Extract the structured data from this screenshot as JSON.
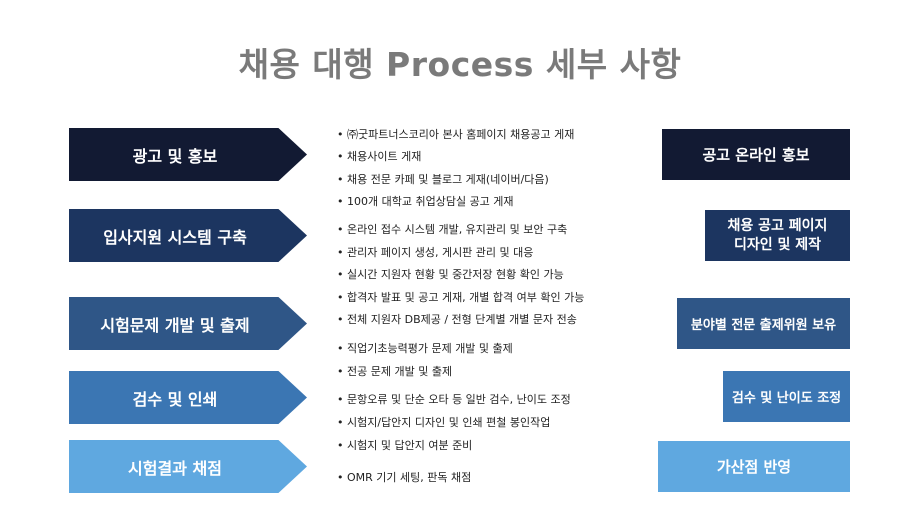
{
  "title": "채용 대행 Process 세부 사항",
  "steps": [
    {
      "label": "광고 및 홍보",
      "color": "#121a33"
    },
    {
      "label": "입사지원 시스템 구축",
      "color": "#1c3560"
    },
    {
      "label": "시험문제 개발 및 출제",
      "color": "#2f5687"
    },
    {
      "label": "검수 및 인쇄",
      "color": "#3b76b3"
    },
    {
      "label": "시험결과 채점",
      "color": "#5fa8e0"
    }
  ],
  "bullets": [
    "㈜굿파트너스코리아  본사 홈페이지 채용공고 게재",
    "채용사이트  게재",
    "채용 전문 카페 및 블로그 게재(네이버/다음)",
    "100개 대학교 취업상담실 공고 게재",
    "온라인 접수 시스템 개발, 유지관리 및 보안 구축",
    "관리자 페이지 생성, 게시판 관리 및 대응",
    "실시간 지원자 현황 및 중간저장  현황 확인 가능",
    "합격자 발표 및 공고 게재, 개별 합격 여부 확인 가능",
    "전체 지원자 DB제공 / 전형 단계별 개별 문자 전송",
    "직업기초능력평가  문제 개발 및 출제",
    "전공 문제 개발 및 출제",
    "문항오류 및 단순 오타 등 일반 검수, 난이도 조정",
    "시험지/답안지  디자인 및 인쇄 편철 봉인작업",
    "시험지 및 답안지 여분 준비",
    "OMR 기기 세팅, 판독 채점"
  ],
  "right_boxes": [
    {
      "label": "공고 온라인 홍보",
      "color": "#121a33"
    },
    {
      "line1": "채용 공고 페이지",
      "line2": "디자인 및 제작",
      "color": "#1c3560"
    },
    {
      "label": "분야별 전문 출제위원 보유",
      "color": "#2f5687"
    },
    {
      "label": "검수 및 난이도 조정",
      "color": "#3b76b3"
    },
    {
      "label": "가산점 반영",
      "color": "#5fa8e0"
    }
  ]
}
